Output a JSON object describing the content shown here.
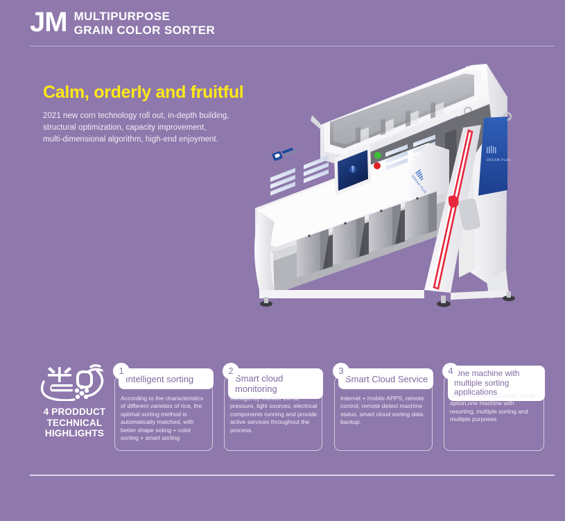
{
  "page": {
    "background_color": "#8e78ac",
    "accent_yellow": "#ffe817",
    "accent_red": "#e8273b",
    "accent_blue": "#1b4a9c"
  },
  "header": {
    "brand_mark": "JM",
    "title_line_1": "MULTIPURPOSE",
    "title_line_2": "GRAIN COLOR SORTER"
  },
  "hero": {
    "headline": "Calm, orderly and fruitful",
    "description_line_1": "2021 new corn technology roll out, in-depth building,",
    "description_line_2": "structural optimization, capacity improvement,",
    "description_line_3": "multi-dimensional algorithm, high-end enjoyment."
  },
  "product_image": {
    "alt": "JM multipurpose grain color sorter machine",
    "panel_logo": "DREAM PLUS",
    "side_panel_logo": "DREAM PLUS",
    "indicator_green": "#3fbf33",
    "indicator_red": "#e02020",
    "stripe_color": "#e8273b",
    "side_panel_color": "#2450a8",
    "screen_color": "#17306e"
  },
  "highlights": {
    "brandmark_icon": "smart-grain-icon",
    "caption_line_1": "4 PRODDUCT",
    "caption_line_2": "TECHNICAL",
    "caption_line_3": "HIGHLIGHTS",
    "cards": [
      {
        "number": "1",
        "title": "Intelligent sorting",
        "body": "According to the characteristics of different varieties of rice, the optimal sorting method is automatically matched, with better shape soting + color sorting + smart sorting"
      },
      {
        "number": "2",
        "title": "Smart cloud monitoring",
        "body": "Intelligently monitor the air pressure, light sources, electrical components running and provide active services throughout the process."
      },
      {
        "number": "3",
        "title": "Smart Cloud Service",
        "body": "Internet + mobile APPS, remote control, remote detect machine status, smart cloud sorting data backup."
      },
      {
        "number": "4",
        "title": "One machine with multiple sorting applications",
        "body": "Narrow and wide channel–chute option,one machine with resorting, multiple sorting and multiple purposes."
      }
    ]
  }
}
